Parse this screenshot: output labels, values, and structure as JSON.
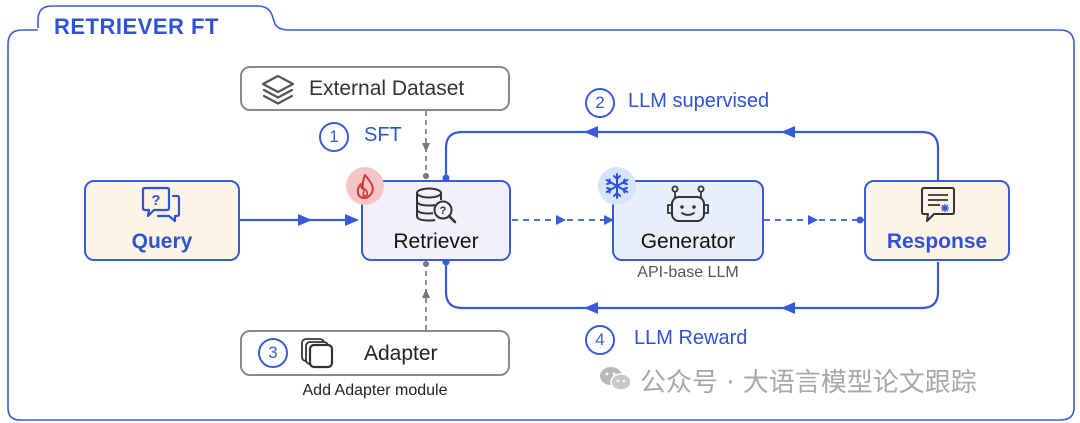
{
  "header": {
    "title": "RETRIEVER FT"
  },
  "nodes": {
    "query": {
      "label": "Query"
    },
    "retriever": {
      "label": "Retriever"
    },
    "generator": {
      "label": "Generator",
      "caption": "API-base LLM"
    },
    "response": {
      "label": "Response"
    }
  },
  "external_dataset": {
    "label": "External Dataset"
  },
  "adapter": {
    "number": "3",
    "label": "Adapter",
    "caption": "Add Adapter module"
  },
  "steps": {
    "sft": {
      "number": "1",
      "label": "SFT"
    },
    "llm_supervised": {
      "number": "2",
      "label": "LLM supervised"
    },
    "llm_reward": {
      "number": "4",
      "label": "LLM Reward"
    }
  },
  "watermark": {
    "text": "公众号 · 大语言模型论文跟踪"
  },
  "colors": {
    "accent_blue": "#3a5bd9",
    "query_fill": "#fdf3e6",
    "retriever_fill": "#f3effb",
    "generator_fill": "#e9eefb",
    "response_fill": "#fdf3e6",
    "fire_badge": "#f5c4c4",
    "snow_badge": "#d6e4fb"
  },
  "icons": [
    "layers-icon",
    "question-chat-icon",
    "database-search-icon",
    "fire-icon",
    "snowflake-icon",
    "robot-icon",
    "chat-response-icon",
    "stack-icon",
    "wechat-icon"
  ]
}
